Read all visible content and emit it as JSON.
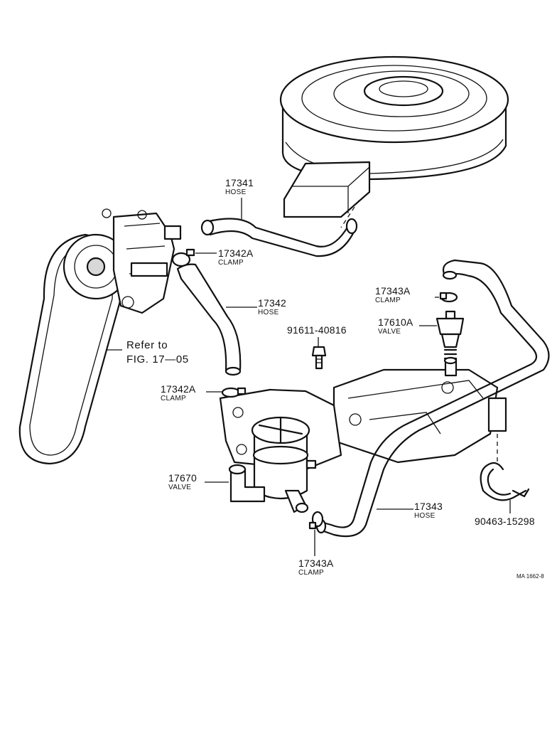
{
  "parts": [
    {
      "id": "air-hose",
      "number": "17341",
      "name": "HOSE"
    },
    {
      "id": "clamp-upper",
      "number": "17342A",
      "name": "CLAMP"
    },
    {
      "id": "pump-hose",
      "number": "17342",
      "name": "HOSE"
    },
    {
      "id": "clamp-valve-top",
      "number": "17343A",
      "name": "CLAMP"
    },
    {
      "id": "check-valve",
      "number": "17610A",
      "name": "VALVE"
    },
    {
      "id": "bolt",
      "number": "91611-40816",
      "name": ""
    },
    {
      "id": "clamp-lower",
      "number": "17342A",
      "name": "CLAMP"
    },
    {
      "id": "air-valve",
      "number": "17670",
      "name": "VALVE"
    },
    {
      "id": "long-hose",
      "number": "17343",
      "name": "HOSE"
    },
    {
      "id": "hose-clamp-band",
      "number": "90463-15298",
      "name": ""
    },
    {
      "id": "clamp-bottom",
      "number": "17343A",
      "name": "CLAMP"
    }
  ],
  "reference": {
    "line1": "Refer to",
    "line2": "FIG. 17—05"
  },
  "figure_code": "MA 1662-8"
}
